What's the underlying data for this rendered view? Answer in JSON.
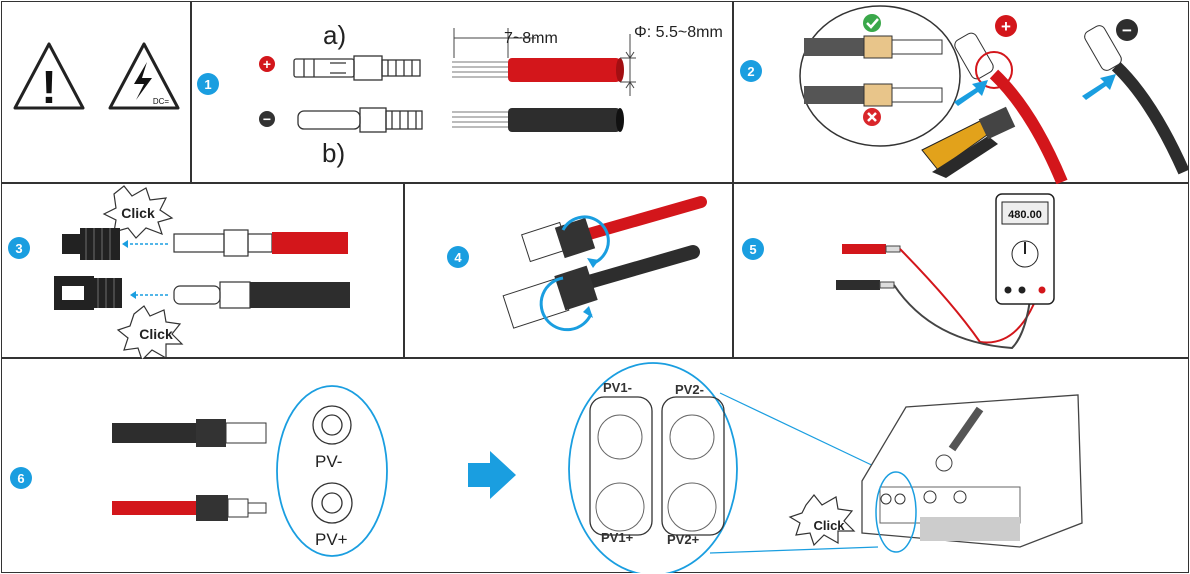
{
  "steps": [
    {
      "number": "1"
    },
    {
      "number": "2"
    },
    {
      "number": "3"
    },
    {
      "number": "4"
    },
    {
      "number": "5"
    },
    {
      "number": "6"
    }
  ],
  "warnings": {
    "general_symbol": "!",
    "dc_label": "DC="
  },
  "step1": {
    "label_a": "a)",
    "label_b": "b)",
    "strip_length": "7~8mm",
    "diameter": "Φ: 5.5~8mm",
    "plus": "+",
    "minus": "−"
  },
  "step2": {
    "plus": "+",
    "minus": "−"
  },
  "step3": {
    "click_top": "Click",
    "click_bottom": "Click"
  },
  "step5": {
    "meter_reading": "480.00"
  },
  "step6": {
    "pv_minus": "PV-",
    "pv_plus": "PV+",
    "pv1_minus": "PV1-",
    "pv2_minus": "PV2-",
    "pv1_plus": "PV1+",
    "pv2_plus": "PV2+",
    "click": "Click"
  },
  "colors": {
    "accent_blue": "#1a9ee0",
    "cable_red": "#d3161b",
    "cable_black": "#2d2d2d",
    "check_green": "#3aa84a",
    "cross_red": "#d9262b"
  }
}
